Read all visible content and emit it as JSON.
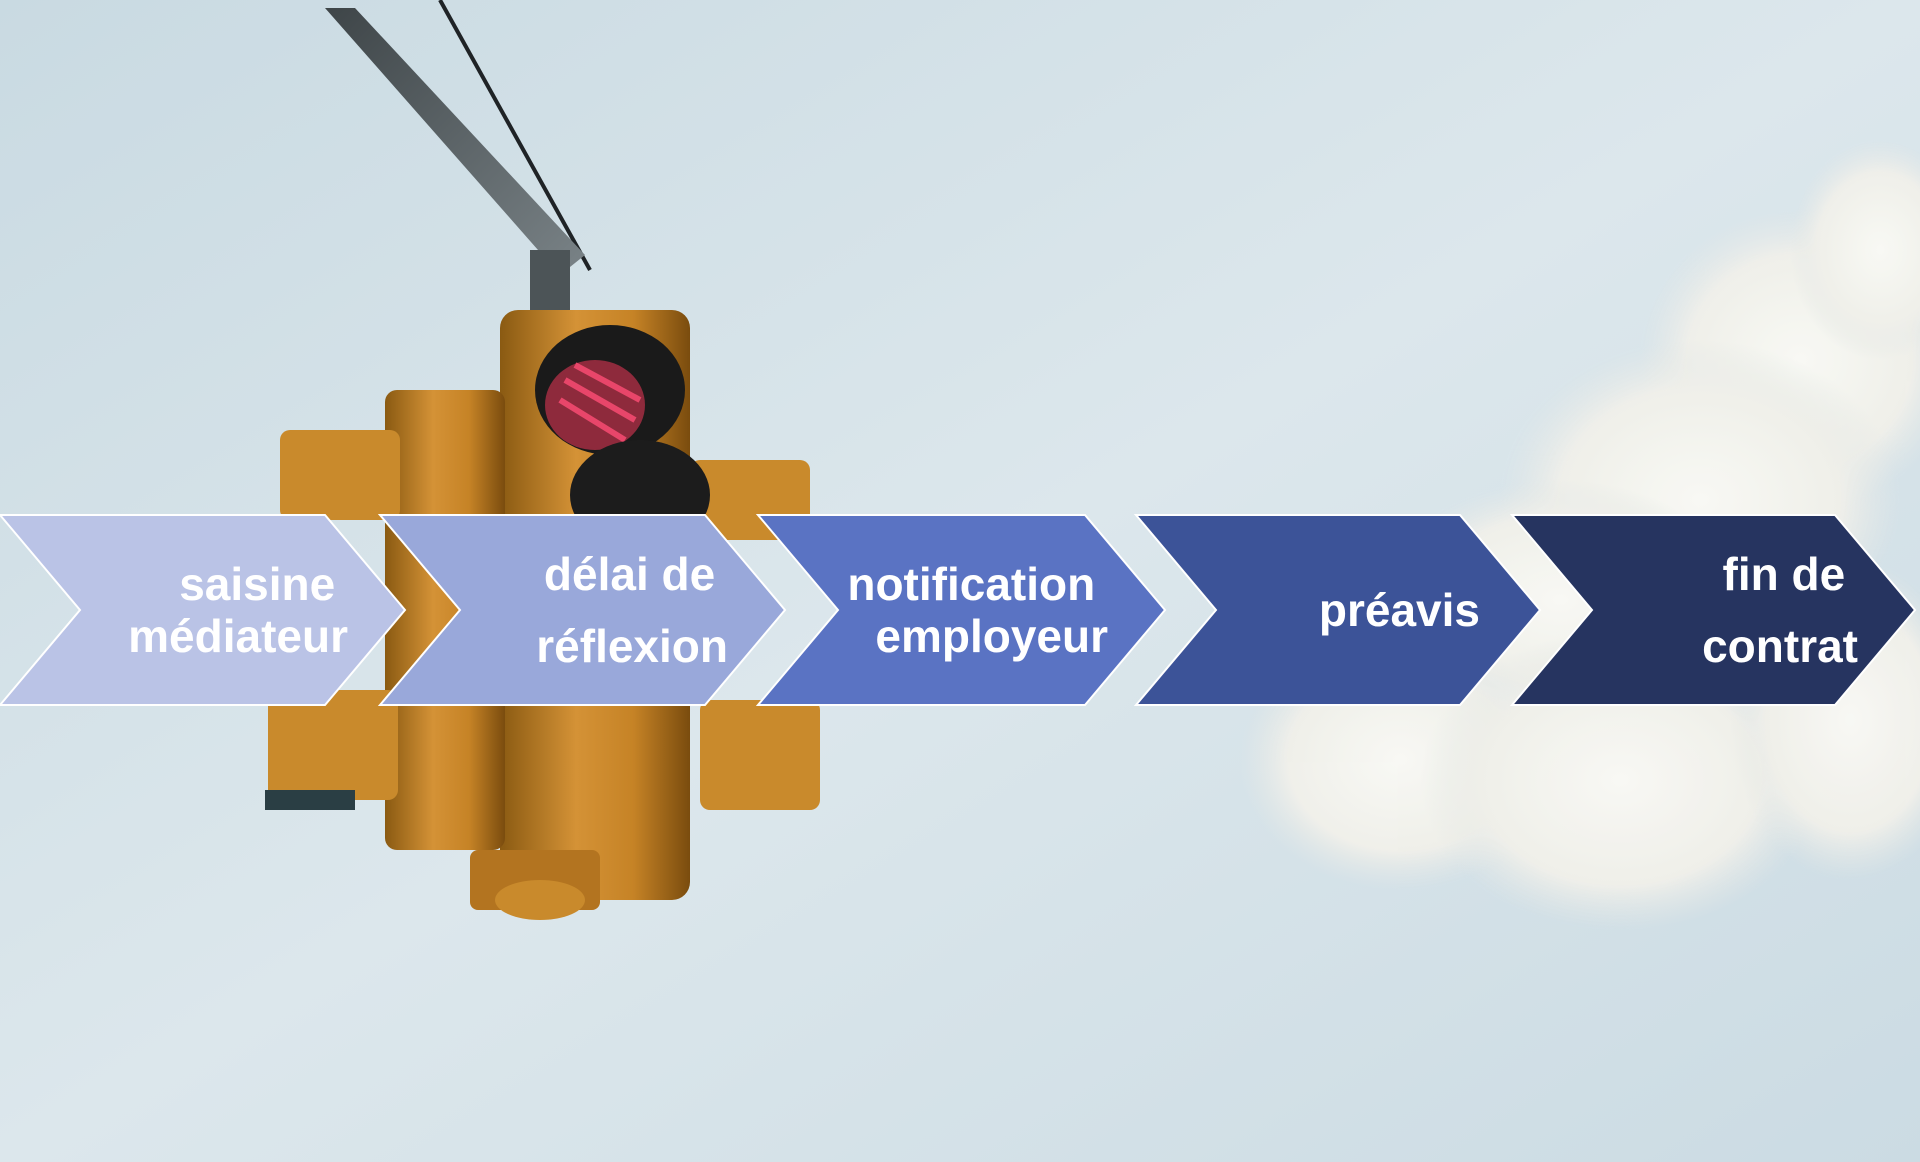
{
  "diagram": {
    "steps": [
      {
        "lines": [
          "saisine",
          "médiateur"
        ],
        "color": "#BAC3E6"
      },
      {
        "lines": [
          "délai de",
          "réflexion"
        ],
        "color": "#99A8DA"
      },
      {
        "lines": [
          "notification",
          "employeur"
        ],
        "color": "#5A73C3"
      },
      {
        "lines": [
          "préavis"
        ],
        "color": "#3C5398"
      },
      {
        "lines": [
          "fin de",
          "contrat"
        ],
        "color": "#263460"
      }
    ]
  }
}
